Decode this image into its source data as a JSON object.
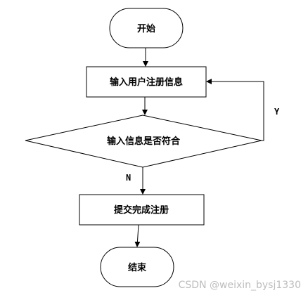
{
  "flowchart": {
    "nodes": {
      "start": "开始",
      "input": "输入用户注册信息",
      "check": "输入信息是否符合",
      "submit": "提交完成注册",
      "end": "结束"
    },
    "edges": {
      "yes_label": "Y",
      "no_label": "N"
    }
  },
  "watermark": "CSDN @weixin_bysj1330"
}
